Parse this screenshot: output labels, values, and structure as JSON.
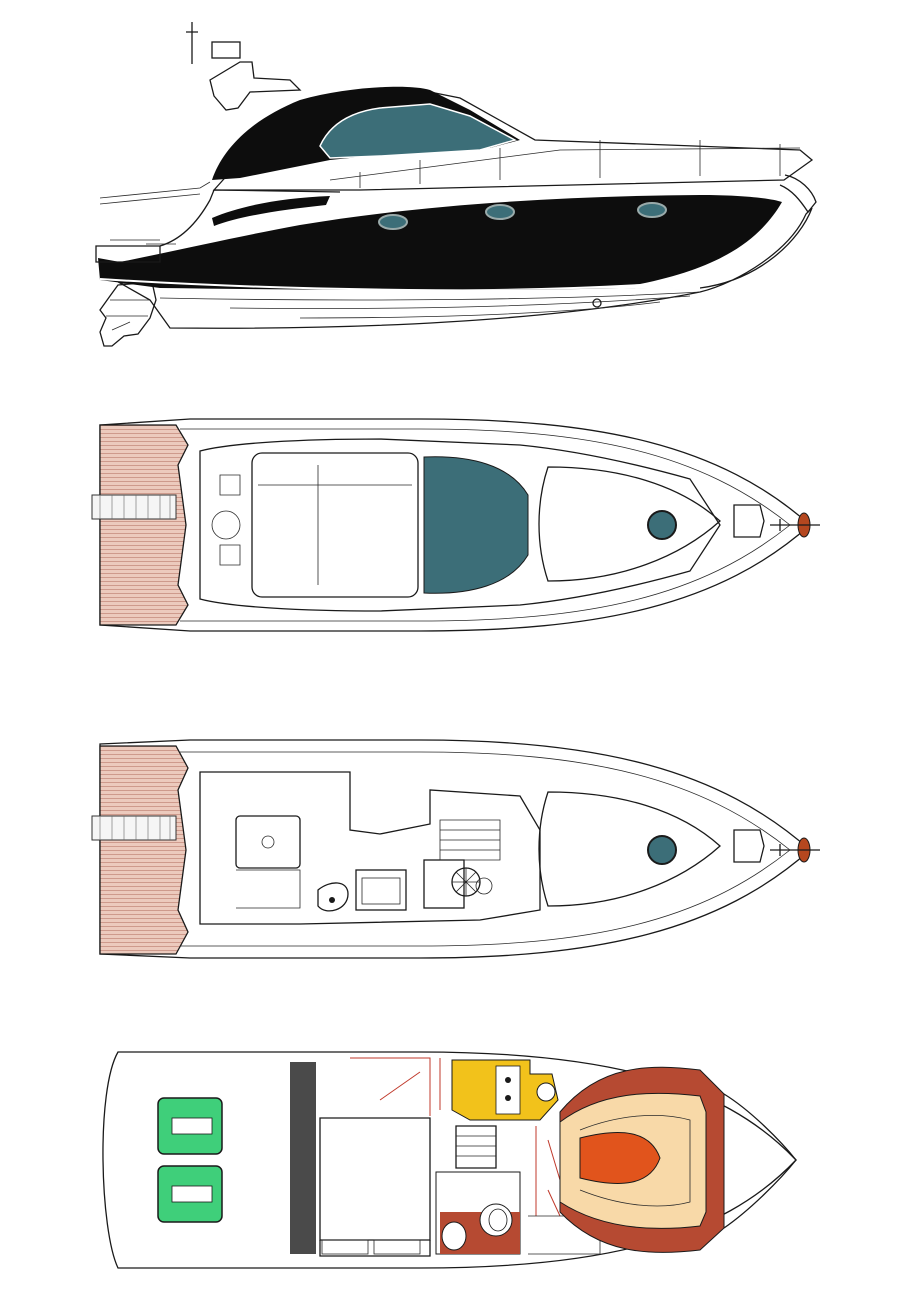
{
  "colors": {
    "hull_black": "#0d0d0d",
    "glass_teal": "#3c6e78",
    "teak_deck": "#eccabd",
    "teak_line": "#b06a5a",
    "anchor_red": "#b5471f",
    "engine_green": "#3fcf7a",
    "galley_yellow": "#f2c21b",
    "berth_wood": "#f8d9a8",
    "berth_trim": "#b64a32",
    "mattress_orange": "#e1541c",
    "bulkhead_gray": "#4a4a4a",
    "interior_line": "#d04a3a"
  },
  "views": [
    {
      "id": "side-profile",
      "icons": [
        "porthole-icon",
        "radar-arch-icon",
        "outboard-drive-icon"
      ]
    },
    {
      "id": "top-deck",
      "icons": [
        "sunroof-icon",
        "deck-hatch-icon",
        "anchor-icon",
        "swim-ladder-icon"
      ]
    },
    {
      "id": "cockpit-layout",
      "icons": [
        "helm-wheel-icon",
        "wet-bar-icon",
        "deck-hatch-icon",
        "anchor-icon"
      ]
    },
    {
      "id": "lower-deck-plan",
      "icons": [
        "engine-icon",
        "galley-icon",
        "head-icon",
        "v-berth-icon",
        "aft-cabin-icon"
      ]
    }
  ]
}
